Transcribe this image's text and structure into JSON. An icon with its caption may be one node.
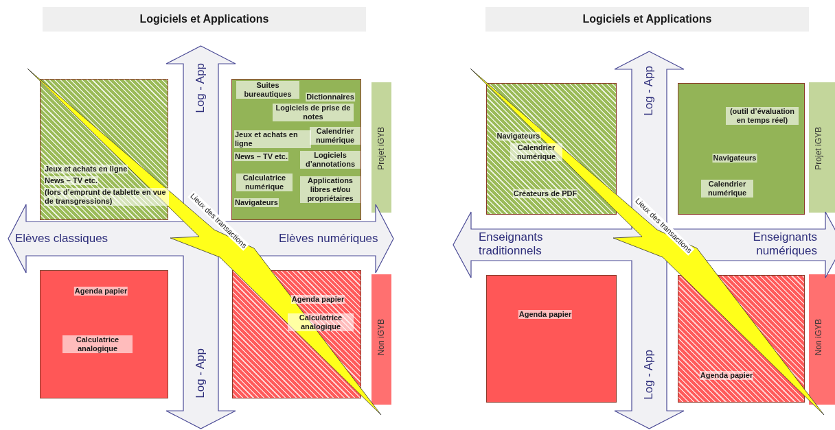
{
  "diagram": {
    "nodes": [
      {
        "text": [
          "Logiciels et Applications"
        ]
      },
      {
        "text": [
          "Jeux et achats en ligne",
          "News – TV etc.",
          "(lors d’emprunt de tablette en vue de transgressions)"
        ]
      },
      {
        "text": [
          "Suites bureautiques",
          "Dictionnaires",
          "Logiciels de prise de notes",
          "Jeux et achats en ligne",
          "Calendrier numérique",
          "News – TV etc.",
          "Logiciels d’annotations",
          "Calculatrice numérique",
          "Applications libres et/ou propriétaires",
          "Navigateurs"
        ]
      },
      {
        "text": [
          "Projet iGYB"
        ]
      },
      {
        "text": [
          "Agenda papier",
          "Calculatrice analogique"
        ]
      },
      {
        "text": [
          "Agenda papier",
          "Calculatrice analogique"
        ]
      },
      {
        "text": [
          "Non iGYB"
        ]
      },
      {
        "text": [
          "Logiciels et Applications"
        ]
      },
      {
        "text": [
          "Navigateurs",
          "Calendrier numérique",
          "Créateurs de PDF"
        ]
      },
      {
        "text": [
          "(outil d’évaluation en temps réel)",
          "Navigateurs",
          "Calendrier numérique"
        ]
      },
      {
        "text": [
          "Projet iGYB"
        ]
      },
      {
        "text": [
          "Agenda papier"
        ]
      },
      {
        "text": [
          "Agenda papier"
        ]
      },
      {
        "text": [
          "Non iGYB"
        ]
      }
    ],
    "labels": [
      "Log - App",
      "Elèves classiques",
      "Elèves numériques",
      "Lieux des transactions",
      "Log - App",
      "Log - App",
      "Enseignants traditionnels",
      "Enseignants numériques",
      "Lieux des transactions",
      "Log - App"
    ]
  }
}
